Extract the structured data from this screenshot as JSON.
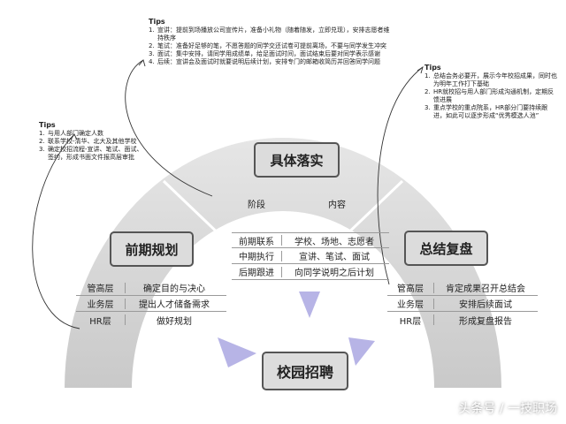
{
  "tips_center": {
    "title": "Tips",
    "items": [
      {
        "num": "1.",
        "text": "宣讲：提前到场播放公司宣传片，准备小礼物（随着随发，立即兑现），安排志愿者维持秩序"
      },
      {
        "num": "2.",
        "text": "笔试：准备好足够的笔，不愿答题的同学交还试卷可提前离场，不要与同学发生冲突"
      },
      {
        "num": "3.",
        "text": "面试：集中安排，请同学用成绩单，给足面试时间，面试结束后要对同学表示感谢"
      },
      {
        "num": "4.",
        "text": "后续：宣讲会及面试时就要说明后续计划，安排专门的邮箱收简历并回答同学问题"
      }
    ]
  },
  "tips_left": {
    "title": "Tips",
    "items": [
      {
        "num": "1.",
        "text": "与用人部门确定人数"
      },
      {
        "num": "2.",
        "text": "联系学校-清华、北大及其他学校"
      },
      {
        "num": "3.",
        "text": "确定校招流程-宣讲、笔试、面试、签约，形成书面文件报高层审批"
      }
    ]
  },
  "tips_right": {
    "title": "Tips",
    "items": [
      {
        "num": "1.",
        "text": "总结会务必要开，展示今年校招成果，同时也为明年工作打下基础"
      },
      {
        "num": "2.",
        "text": "HR就校招与用人部门形成沟通机制，定期反馈进展"
      },
      {
        "num": "3.",
        "text": "重点学校的重点院系，HR部分门要持续跟进，如此可以逐步形成“优秀模选人池”"
      }
    ]
  },
  "center_box": "具体落实",
  "left_box": "前期规划",
  "right_box": "总结复盘",
  "bottom_box": "校园招聘",
  "center_table": {
    "header": {
      "c1": "阶段",
      "c2": "内容"
    },
    "rows": [
      {
        "c1": "前期联系",
        "c2": "学校、场地、志愿者"
      },
      {
        "c1": "中期执行",
        "c2": "宣讲、笔试、面试"
      },
      {
        "c1": "后期跟进",
        "c2": "向同学说明之后计划"
      }
    ]
  },
  "left_table": {
    "rows": [
      {
        "c1": "管高层",
        "c2": "确定目的与决心"
      },
      {
        "c1": "业务层",
        "c2": "提出人才储备需求"
      },
      {
        "c1": "HR层",
        "c2": "做好规划"
      }
    ]
  },
  "right_table": {
    "rows": [
      {
        "c1": "管高层",
        "c2": "肯定成果召开总结会"
      },
      {
        "c1": "业务层",
        "c2": "安排后续面试"
      },
      {
        "c1": "HR层",
        "c2": "形成复盘报告"
      }
    ]
  },
  "watermark": "头条号 / 一技职场",
  "colors": {
    "arc_fill": "#d2d2d2",
    "arrow_fill": "#b7b4e6",
    "box_fill": "#dcdcdc"
  }
}
